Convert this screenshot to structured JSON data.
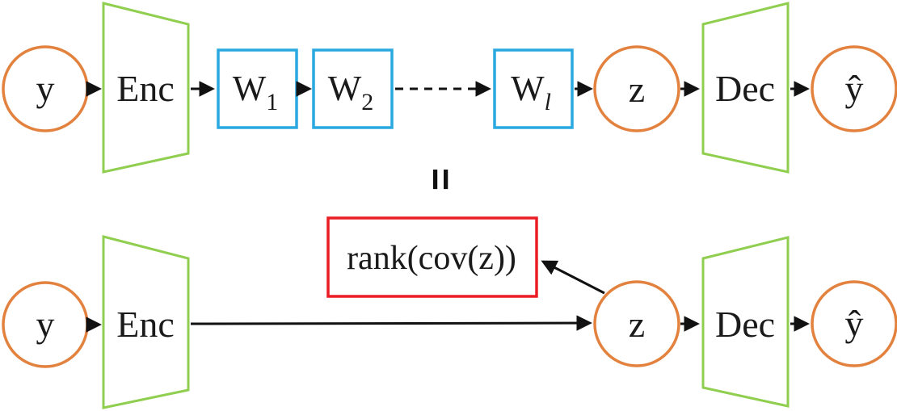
{
  "diagram": {
    "description": "Deep linear autoencoder equivalence diagram",
    "equals_symbol": "=",
    "colors": {
      "orange": "#e2823e",
      "green": "#8fce4f",
      "blue": "#29a9e0",
      "red": "#ec1c24",
      "line": "#111111",
      "background": "#ffffff"
    },
    "top_row": {
      "input": "y",
      "encoder": "Enc",
      "weights": [
        {
          "base": "W",
          "sub": "1"
        },
        {
          "base": "W",
          "sub": "2"
        },
        {
          "base": "W",
          "sub": "l"
        }
      ],
      "latent": "z",
      "decoder": "Dec",
      "output": "ŷ"
    },
    "bottom_row": {
      "input": "y",
      "encoder": "Enc",
      "latent": "z",
      "decoder": "Dec",
      "output": "ŷ",
      "rank_label": "rank(cov(z))"
    }
  }
}
